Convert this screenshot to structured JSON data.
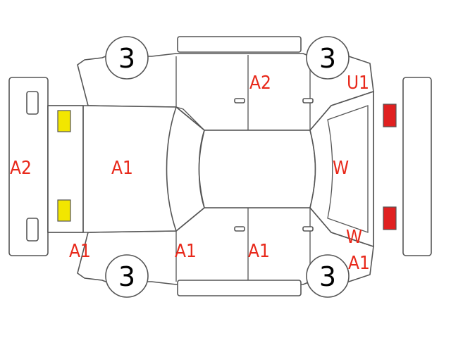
{
  "colors": {
    "damage_label": "#e8281a",
    "outline": "#555555",
    "front_lamp": "#f2e600",
    "rear_lamp": "#e02020",
    "background": "#ffffff"
  },
  "wheels": {
    "front_top": "3",
    "rear_top": "3",
    "front_bottom": "3",
    "rear_bottom": "3"
  },
  "damage_marks": {
    "front_bumper": "A2",
    "hood": "A1",
    "front_left_fender": "A1",
    "front_left_door": "A1",
    "rear_left_door": "A1",
    "rear_left_quarter": "A1",
    "rear_left_quarter_w": "W",
    "rear_right_door": "A2",
    "rear_right_quarter": "U1",
    "rear_glass": "W"
  }
}
